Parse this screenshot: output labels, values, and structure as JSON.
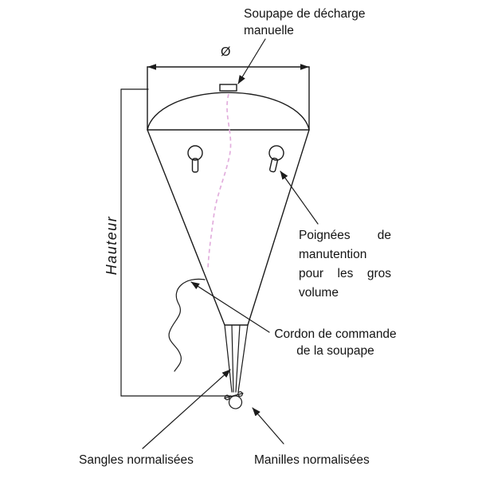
{
  "diagram": {
    "labels": {
      "valve": "Soupape de décharge manuelle",
      "diameter": "Ø",
      "height": "Hauteur",
      "handles": "Poignées de manutention pour les gros volume",
      "control_cord": "Cordon de commande de la soupape",
      "straps": "Sangles normalisées",
      "shackles": "Manilles normalisées"
    },
    "colors": {
      "ink": "#1b1b1b",
      "control_cord_dashed": "#e2aedd",
      "background": "#ffffff"
    }
  }
}
